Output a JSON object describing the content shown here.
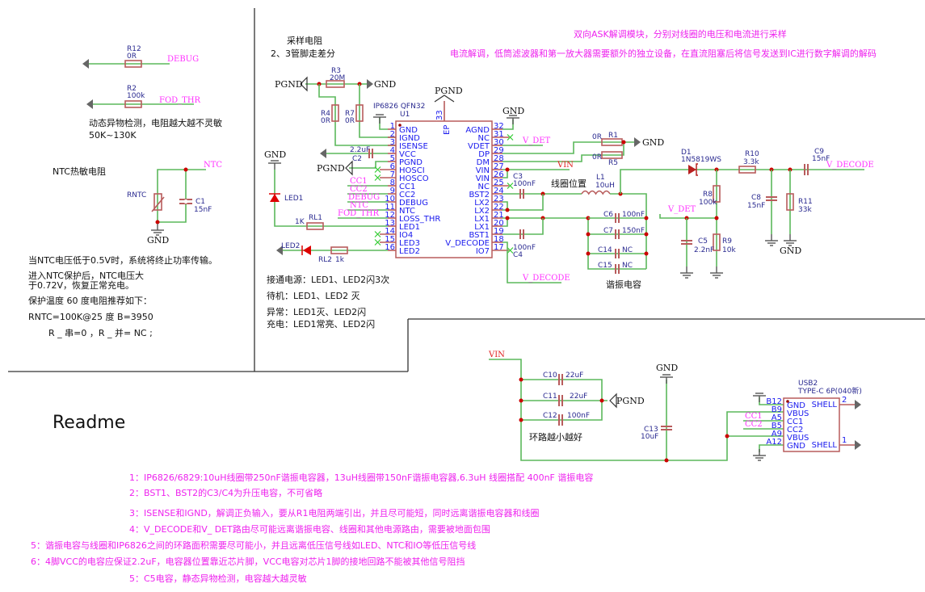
{
  "notes": {
    "top1": "双向ASK解调模块，分别对线圈的电压和电流进行采样",
    "top2": "电流解调，低筒滤波器和第一放大器需要额外的独立设备，在直流阻塞后将信号发送到IC进行数字解调的解码"
  },
  "sampling": {
    "title": "采样电阻",
    "sub": "2、3管脚走差分"
  },
  "left": {
    "fod_note1": "动态异物检测，电阻越大越不灵敏",
    "fod_note2": "50K~130K",
    "ntc_title": "NTC热敏电阻",
    "lines": [
      "当NTC电压低于0.5V时，系统将终止功率传输。",
      "进入NTC保护后，NTC电压大",
      "于0.72V，恢复正常充电。",
      "保护温度 60 度电阻推荐如下：",
      "RNTC=100K@25 度 B=3950",
      "R _ 串=0  ，R _ 并= NC ;"
    ]
  },
  "led_notes": [
    "接通电源：LED1、LED2闪3次",
    "待机：LED1、LED2 灭",
    "异常：LED1灭、LED2闪",
    "充电：LED1常亮、LED2闪"
  ],
  "chip": {
    "ref": "U1",
    "part": "IP6826 QFN32",
    "ep_label": "EP",
    "ep_num": "33",
    "left_pins": [
      {
        "num": "1",
        "label": "GND"
      },
      {
        "num": "2",
        "label": "IGND"
      },
      {
        "num": "3",
        "label": "ISENSE"
      },
      {
        "num": "4",
        "label": "VCC"
      },
      {
        "num": "5",
        "label": "PGND"
      },
      {
        "num": "6",
        "label": "HOSCI"
      },
      {
        "num": "7",
        "label": "HOSCO"
      },
      {
        "num": "8",
        "label": "CC1"
      },
      {
        "num": "9",
        "label": "CC2"
      },
      {
        "num": "10",
        "label": "DEBUG"
      },
      {
        "num": "11",
        "label": "NTC"
      },
      {
        "num": "12",
        "label": "LOSS_THR"
      },
      {
        "num": "13",
        "label": "LED1"
      },
      {
        "num": "14",
        "label": "IO4"
      },
      {
        "num": "15",
        "label": "LED3"
      },
      {
        "num": "16",
        "label": "LED2"
      }
    ],
    "right_pins": [
      {
        "num": "32",
        "label": "AGND"
      },
      {
        "num": "31",
        "label": "NC"
      },
      {
        "num": "30",
        "label": "VDET"
      },
      {
        "num": "29",
        "label": "DP"
      },
      {
        "num": "28",
        "label": "DM"
      },
      {
        "num": "27",
        "label": "VIN"
      },
      {
        "num": "26",
        "label": "VIN"
      },
      {
        "num": "25",
        "label": "NC"
      },
      {
        "num": "24",
        "label": "BST2"
      },
      {
        "num": "23",
        "label": "LX2"
      },
      {
        "num": "22",
        "label": "LX2"
      },
      {
        "num": "21",
        "label": "LX1"
      },
      {
        "num": "20",
        "label": "LX1"
      },
      {
        "num": "19",
        "label": "BST1"
      },
      {
        "num": "18",
        "label": "V_DECODE"
      },
      {
        "num": "17",
        "label": "IO7"
      }
    ],
    "vcc_color": "#e02020"
  },
  "parts": {
    "R12": {
      "ref": "R12",
      "val": "0R"
    },
    "R2": {
      "ref": "R2",
      "val": "100k"
    },
    "R3": {
      "ref": "R3",
      "val": "20M"
    },
    "R4": {
      "ref": "R4",
      "val": "0R"
    },
    "R7": {
      "ref": "R7",
      "val": "0R"
    },
    "C2": {
      "ref": "C2",
      "val": "2.2uF"
    },
    "RL1": {
      "ref": "RL1",
      "val": "1K"
    },
    "RL2": {
      "ref": "RL2",
      "val": "1k"
    },
    "LED1": {
      "ref": "LED1"
    },
    "LED2": {
      "ref": "LED2"
    },
    "R1": {
      "ref": "R1",
      "val": "0R"
    },
    "R5": {
      "ref": "R5",
      "val": "0R"
    },
    "C3": {
      "ref": "C3",
      "val": "100nF"
    },
    "C4": {
      "ref": "C4",
      "val": "100nF"
    },
    "L1": {
      "ref": "L1",
      "val": "10uH"
    },
    "D1": {
      "ref": "D1",
      "val": "1N5819WS"
    },
    "R10": {
      "ref": "R10",
      "val": "3.3k"
    },
    "C9": {
      "ref": "C9",
      "val": "15nF"
    },
    "R8": {
      "ref": "R8",
      "val": "100k"
    },
    "R9": {
      "ref": "R9",
      "val": "10k"
    },
    "C5": {
      "ref": "C5",
      "val": "2.2nF"
    },
    "C8": {
      "ref": "C8",
      "val": "15nF"
    },
    "R11": {
      "ref": "R11",
      "val": "33k"
    },
    "C6": {
      "ref": "C6",
      "val": "100nF"
    },
    "C7": {
      "ref": "C7",
      "val": "150nF"
    },
    "C14": {
      "ref": "C14",
      "val": "NC"
    },
    "C15": {
      "ref": "C15",
      "val": "NC"
    },
    "RNTC": {
      "ref": "RNTC"
    },
    "C1": {
      "ref": "C1",
      "val": "15nF"
    },
    "C10": {
      "ref": "C10",
      "val": "22uF"
    },
    "C11": {
      "ref": "C11",
      "val": "22uF"
    },
    "C12": {
      "ref": "C12",
      "val": "100nF"
    },
    "C13": {
      "ref": "C13",
      "val": "10uF"
    }
  },
  "nets": {
    "debug": "DEBUG",
    "fod_thr": "FOD_THR",
    "ntc": "NTC",
    "cc1": "CC1",
    "cc2": "CC2",
    "v_det": "V_DET",
    "vin": "VIN",
    "v_decode": "V_DECODE",
    "gnd": "GND",
    "pgnd": "PGND"
  },
  "labels": {
    "coil": "线圈位置",
    "res_caps": "谐振电容",
    "loop": "环路越小越好"
  },
  "usb": {
    "ref": "USB2",
    "part": "TYPE-C 6P(040新)",
    "pins": [
      {
        "num": "B12",
        "label": "GND"
      },
      {
        "num": "B9",
        "label": "VBUS"
      },
      {
        "num": "A5",
        "label": "CC1"
      },
      {
        "num": "B5",
        "label": "CC2"
      },
      {
        "num": "A9",
        "label": "VBUS"
      },
      {
        "num": "A12",
        "label": "GND"
      }
    ],
    "shell": [
      {
        "num": "2",
        "label": "SHELL"
      },
      {
        "num": "1",
        "label": "SHELL"
      }
    ]
  },
  "readme": {
    "title": "Readme",
    "lines": [
      "1：IP6826/6829:10uH线圈带250nF谐振电容器，13uH线圈带150nF谐振电容器,6.3uH 线圈搭配 400nF 谐振电容",
      "2：BST1、BST2的C3/C4为升压电容，不可省略",
      "3：ISENSE和IGND，解调正负输入，要从R1电阻两端引出，并且尽可能短，同时远离谐振电容器和线圈",
      "4：V_DECODE和V_ DET路由尽可能远离谐振电容、线圈和其他电源路由，需要被地面包围",
      "5：谐振电容与线圈和IP6826之间的环路面积需要尽可能小，并且远离低压信号线如LED、NTC和IO等低压信号线",
      "6：4脚VCC的电容应保证2.2uF，电容器位置靠近芯片脚，VCC电容对芯片1脚的接地回路不能被其他信号阻挡",
      "5：C5电容，静态异物检测，电容越大越灵敏"
    ]
  }
}
